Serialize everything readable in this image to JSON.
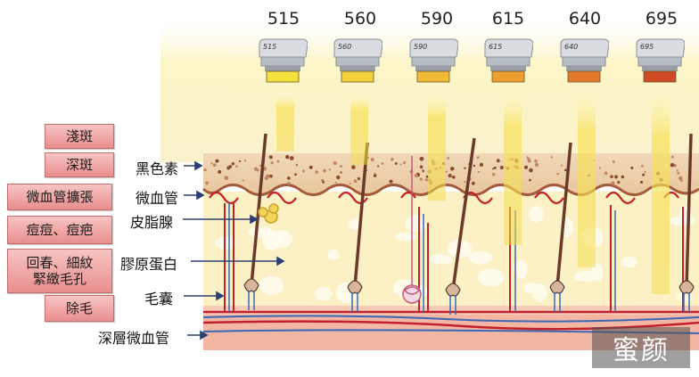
{
  "wavelengths": [
    "515",
    "560",
    "590",
    "615",
    "640",
    "695"
  ],
  "filter_colors": [
    "#f4e13a",
    "#f2d03a",
    "#f0b936",
    "#ee9e2f",
    "#e4782a",
    "#cf4a24"
  ],
  "categories": [
    "淺斑",
    "深斑",
    "微血管擴張",
    "痘痘、痘疤",
    "回春、細紋\n緊緻毛孔",
    "除毛"
  ],
  "layers": [
    "黑色素",
    "微血管",
    "皮脂腺",
    "膠原蛋白",
    "毛囊",
    "深層微血管"
  ],
  "watermark": "蜜颜"
}
